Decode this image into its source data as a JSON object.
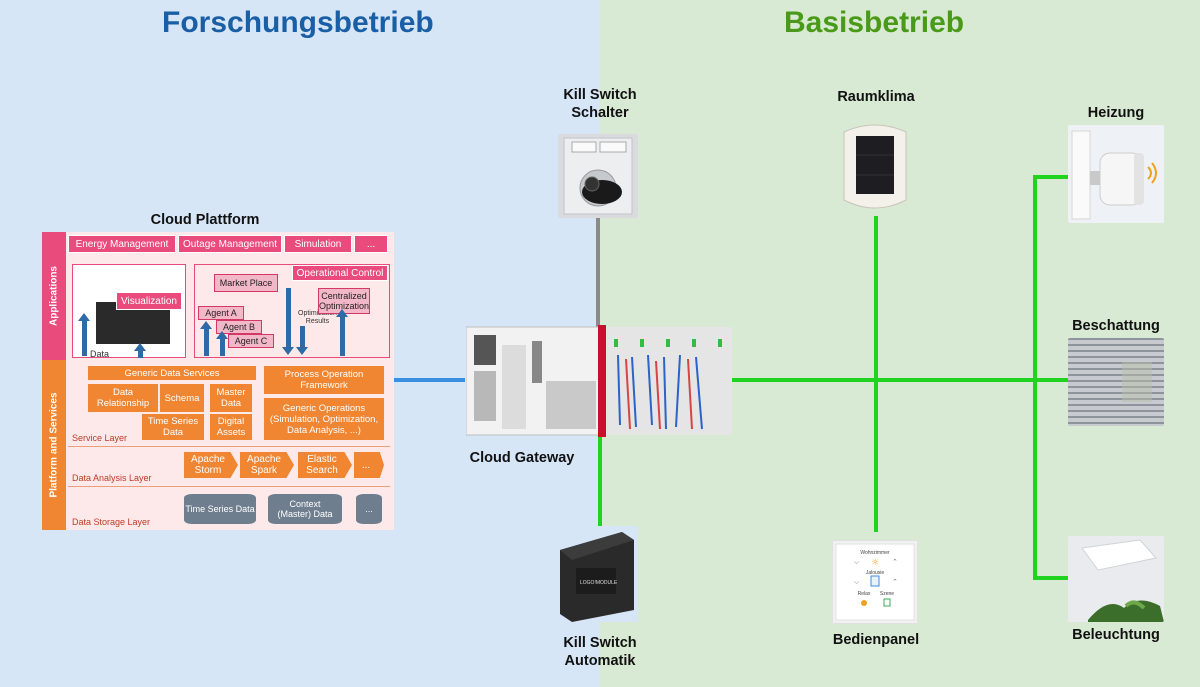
{
  "zones": {
    "left_title": "Forschungsbetrieb",
    "right_title": "Basisbetrieb",
    "left_color": "#1a5fa5",
    "right_color": "#4a9a1a"
  },
  "devices": {
    "kill_switch_top": "Kill Switch\nSchalter",
    "raumklima": "Raumklima",
    "heizung": "Heizung",
    "beschattung": "Beschattung",
    "beleuchtung": "Beleuchtung",
    "cloud_gateway": "Cloud Gateway",
    "kill_switch_bottom": "Kill Switch\nAutomatik",
    "bedienpanel": "Bedienpanel",
    "logo_module": "LOGO!MODULE"
  },
  "panel": {
    "top": "Wohnzimmer",
    "mid": "Jalousie",
    "left": "Relax",
    "right": "Szene"
  },
  "cloud_platform": {
    "title": "Cloud Plattform",
    "applications_label": "Applications",
    "platform_label": "Platform and Services",
    "top_apps": [
      "Energy Management",
      "Outage Management",
      "Simulation",
      "..."
    ],
    "visualization": "Visualization",
    "data": "Data",
    "operational_control": "Operational Control",
    "market_place": "Market Place",
    "agent_a": "Agent A",
    "agent_b": "Agent B",
    "agent_c": "Agent C",
    "optimization_results": "Optimization\nResults",
    "centralized_optimization": "Centralized\nOptimization",
    "generic_data_services": "Generic Data Services",
    "data_relationship": "Data\nRelationship",
    "schema": "Schema",
    "master_data": "Master\nData",
    "time_series_data": "Time Series\nData",
    "digital_assets": "Digital\nAssets",
    "process_operation_framework": "Process Operation\nFramework",
    "generic_operations": "Generic Operations\n(Simulation, Optimization,\nData Analysis, ...)",
    "service_layer": "Service Layer",
    "data_analysis_layer": "Data Analysis Layer",
    "data_storage_layer": "Data Storage Layer",
    "analysis_items": [
      "Apache\nStorm",
      "Apache\nSpark",
      "Elastic\nSearch",
      "..."
    ],
    "storage_items": [
      "Time Series Data",
      "Context\n(Master) Data",
      "..."
    ]
  },
  "colors": {
    "link_green": "#1fd31f",
    "link_blue": "#3a8fe0",
    "link_gray": "#8a8a8a",
    "accent_pink": "#e84b7c",
    "accent_orange": "#f08532"
  }
}
